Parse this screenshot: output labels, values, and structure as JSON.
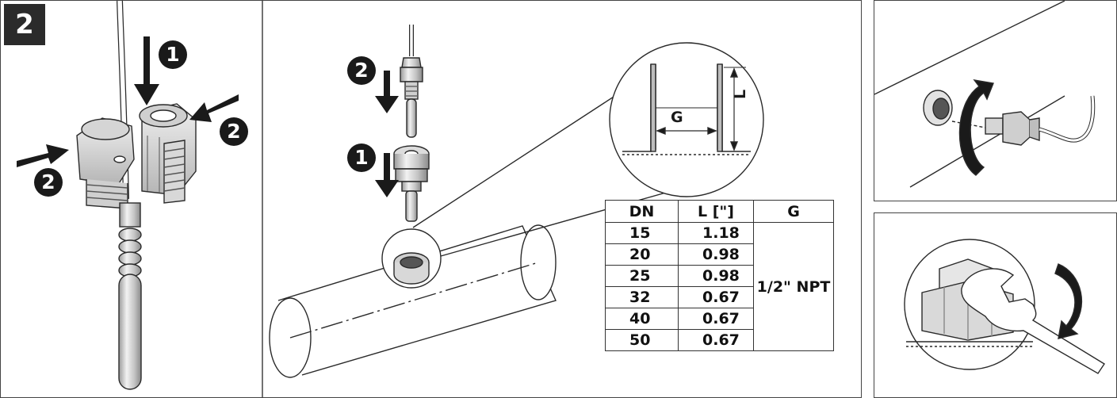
{
  "step_number": "2",
  "callouts": {
    "num_1": "1",
    "num_2": "2"
  },
  "detail": {
    "dim_g": "G",
    "dim_l": "L"
  },
  "spec_table": {
    "headers": [
      "DN",
      "L [\"]",
      "G"
    ],
    "rows": [
      {
        "dn": "15",
        "l": "1.18"
      },
      {
        "dn": "20",
        "l": "0.98"
      },
      {
        "dn": "25",
        "l": "0.98"
      },
      {
        "dn": "32",
        "l": "0.67"
      },
      {
        "dn": "40",
        "l": "0.67"
      },
      {
        "dn": "50",
        "l": "0.67"
      }
    ],
    "g_value": "1/2\" NPT"
  },
  "colors": {
    "line": "#2a2a2a",
    "metal_light": "#e6e6e6",
    "metal_mid": "#bdbdbd",
    "metal_dark": "#8a8a8a",
    "badge": "#2b2b2b"
  }
}
